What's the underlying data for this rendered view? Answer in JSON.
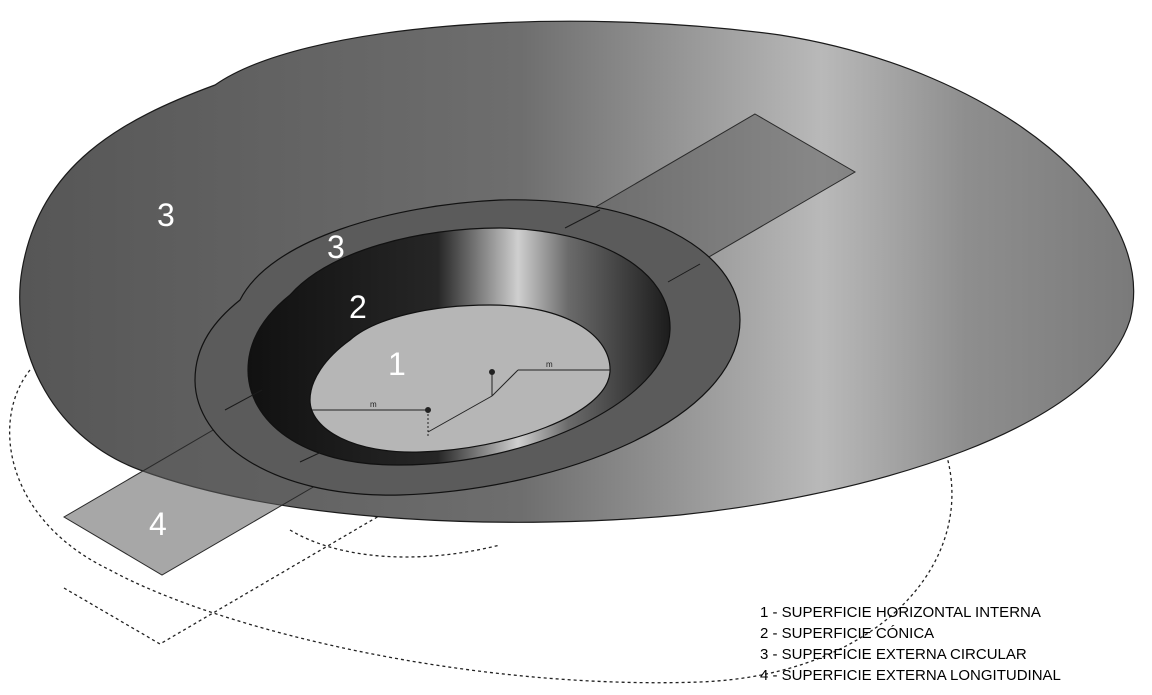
{
  "surface_labels": {
    "outer_circular": "3",
    "outer_ring": "3",
    "conical": "2",
    "inner_horizontal": "1",
    "longitudinal": "4"
  },
  "dimension_marks": {
    "left": "m",
    "right": "m"
  },
  "legend": [
    "1 - SUPERFICIE HORIZONTAL INTERNA",
    "2 - SUPERFICIE CÓNICA",
    "3 - SUPERFICIE EXTERNA CIRCULAR",
    "4 - SUPERFICIE EXTERNA LONGITUDINAL"
  ],
  "colors": {
    "outer_dark": "#5a5a5a",
    "outer_light": "#b8b8b8",
    "ring": "#5c5c5c",
    "cone_dark": "#111111",
    "cone_light": "#c8c8c8",
    "inner": "#b5b5b5",
    "strip": "#595959",
    "label": "#ffffff"
  }
}
